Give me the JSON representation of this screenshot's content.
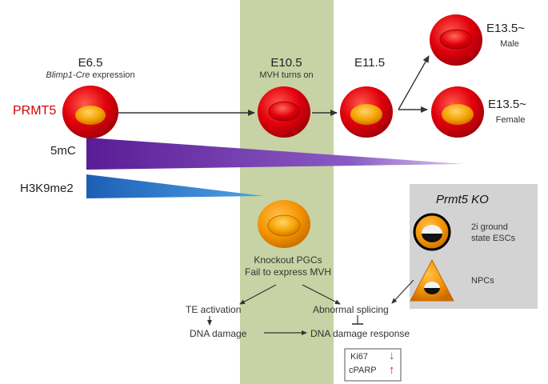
{
  "timeline": {
    "protein_label": "PRMT5",
    "stages": [
      {
        "label": "E6.5",
        "detail_italic": "Blimp1-Cre",
        "detail_rest": " expression"
      },
      {
        "label": "E10.5",
        "detail": "MVH turns on"
      },
      {
        "label": "E11.5"
      },
      {
        "label": "E13.5~",
        "sex": "Male"
      },
      {
        "label": "E13.5~",
        "sex": "Female"
      }
    ]
  },
  "marks": {
    "methylation_label": "5mC",
    "histone_label": "H3K9me2"
  },
  "knockout_cell": {
    "caption_line1": "Knockout PGCs",
    "caption_line2": "Fail to express MVH"
  },
  "pathway": {
    "te_activation": "TE activation",
    "dna_damage": "DNA damage",
    "abnormal_splicing": "Abnormal splicing",
    "dna_damage_response": "DNA damage response",
    "markers": [
      {
        "name": "Ki67",
        "direction": "down",
        "arrow_color": "#2e8b2e"
      },
      {
        "name": "cPARP",
        "direction": "up",
        "arrow_color": "#d42020"
      }
    ]
  },
  "ko_panel": {
    "title": "Prmt5 KO",
    "esc_line1": "2i ground",
    "esc_line2": "state ESCs",
    "npc_label": "NPCs"
  },
  "colors": {
    "protein_label": "#d40000",
    "band": "#c7d3a4",
    "panel": "#d3d3d3",
    "cell_red": "#e2000c",
    "cell_orange": "#f5a000",
    "wedge_5mc": "#6a2fa0",
    "wedge_h3k9": "#2a6fc0"
  }
}
